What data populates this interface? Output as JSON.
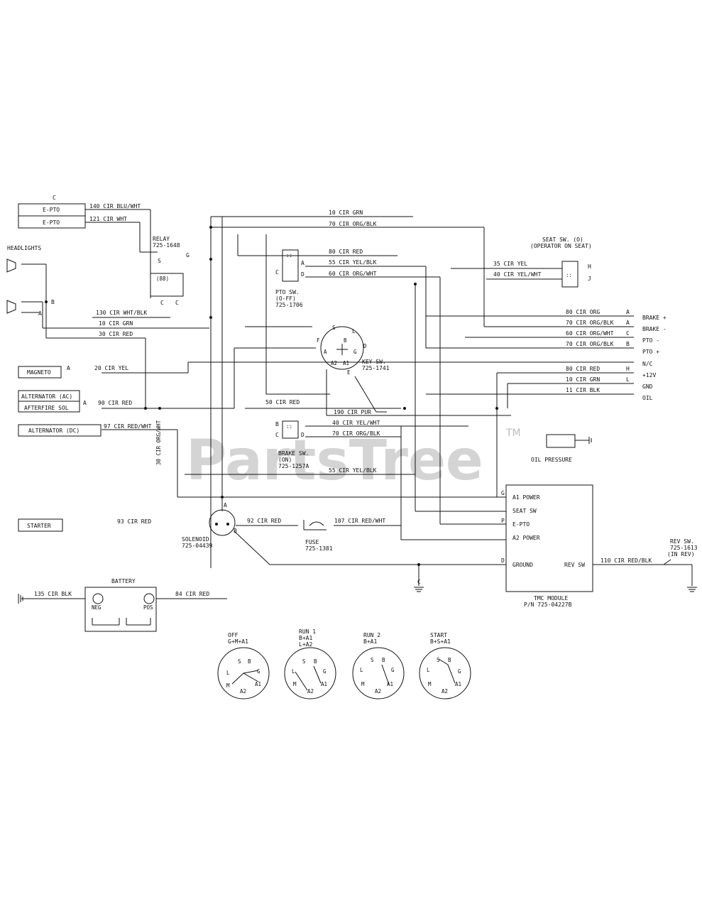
{
  "components": {
    "epto_top": "E-PTO",
    "epto_bottom": "E-PTO",
    "connector_c": "C",
    "headlights": "HEADLIGHTS",
    "relay": "RELAY",
    "relay_pn": "725-1648",
    "pto_switch": "PTO SW.",
    "pto_switch_state": "(O-FF)",
    "pto_switch_pn": "725-1706",
    "seat_switch": "SEAT SW. (O)",
    "seat_switch_note": "(OPERATOR ON SEAT)",
    "magneto": "MAGNETO",
    "alternator_ac": "ALTERNATOR (AC)",
    "afterfire_sol": "AFTERFIRE SOL",
    "alternator_dc": "ALTERNATOR (DC)",
    "starter": "STARTER",
    "key_switch": "KEY SW.",
    "key_switch_pn": "725-1741",
    "brake_switch": "BRAKE SW.",
    "brake_switch_state": "(ON)",
    "brake_switch_pn": "725-1257A",
    "solenoid": "SOLENOID",
    "solenoid_pn": "725-04439",
    "fuse": "FUSE",
    "fuse_pn": "725-1381",
    "oil_pressure": "OIL PRESSURE",
    "battery": "BATTERY",
    "battery_neg": "NEG",
    "battery_pos": "POS",
    "rev_switch": "REV SW.",
    "rev_switch_pn": "725-1613",
    "rev_switch_state": "(IN REV)",
    "module_name": "TMC MODULE",
    "module_pn": "P/N 725-04227B"
  },
  "wires": {
    "w140": "140 CIR BLU/WHT",
    "w121": "121 CIR WHT",
    "w10a": "10 CIR GRN",
    "w70a": "70 CIR ORG/BLK",
    "w80a": "80 CIR RED",
    "w55a": "55 CIR YEL/BLK",
    "w60a": "60 CIR ORG/WHT",
    "w35": "35 CIR YEL",
    "w40": "40 CIR YEL/WHT",
    "w130": "130 CIR WHT/BLK",
    "w10b": "10 CIR GRN",
    "w30": "30 CIR RED",
    "w20": "20 CIR YEL",
    "w90": "90 CIR RED",
    "w97": "97 CIR RED/WHT",
    "w50": "50 CIR RED",
    "w190": "190 CIR PUR",
    "w40b": "40 CIR YEL/WHT",
    "w70b": "70 CIR ORG/BLK",
    "w55b": "55 CIR YEL/BLK",
    "w30v": "30 CIR ORG/WHT",
    "w93": "93 CIR RED",
    "w92": "92 CIR RED",
    "w107": "107 CIR RED/WHT",
    "w135": "135 CIR BLK",
    "w84": "84 CIR RED",
    "w110": "110 CIR RED/BLK",
    "r80": "80 CIR ORG",
    "r70": "70 CIR ORG/BLK",
    "r60": "60 CIR ORG/WHT",
    "r70b": "70 CIR ORG/BLK",
    "r80b": "80 CIR RED",
    "r10": "10 CIR GRN",
    "r11": "11 CIR BLK"
  },
  "pins": {
    "A": "A",
    "B": "B",
    "C": "C",
    "D": "D",
    "E": "E",
    "F": "F",
    "G": "G",
    "H": "H",
    "J": "J",
    "L": "L",
    "P": "P",
    "S": "S",
    "M": "M",
    "A1": "A1",
    "A2": "A2"
  },
  "harness_right": {
    "brake_plus": "BRAKE +",
    "brake_minus": "BRAKE -",
    "pto_minus": "PTO -",
    "pto_plus": "PTO +",
    "nc": "N/C",
    "v12": "+12V",
    "gnd": "GND",
    "oil": "OIL"
  },
  "module_ports": {
    "a1_power": "A1 POWER",
    "seat_sw": "SEAT SW",
    "e_pto": "E-PTO",
    "a2_power": "A2 POWER",
    "ground": "GROUND",
    "rev_sw": "REV SW"
  },
  "switch_positions": [
    {
      "title": "OFF",
      "combo": "G+M+A1"
    },
    {
      "title": "RUN 1",
      "combo": "B+A1",
      "combo2": "L+A2"
    },
    {
      "title": "RUN 2",
      "combo": "B+A1"
    },
    {
      "title": "START",
      "combo": "B+S+A1"
    }
  ],
  "watermark": "PartsTree",
  "watermark_tm": "TM"
}
